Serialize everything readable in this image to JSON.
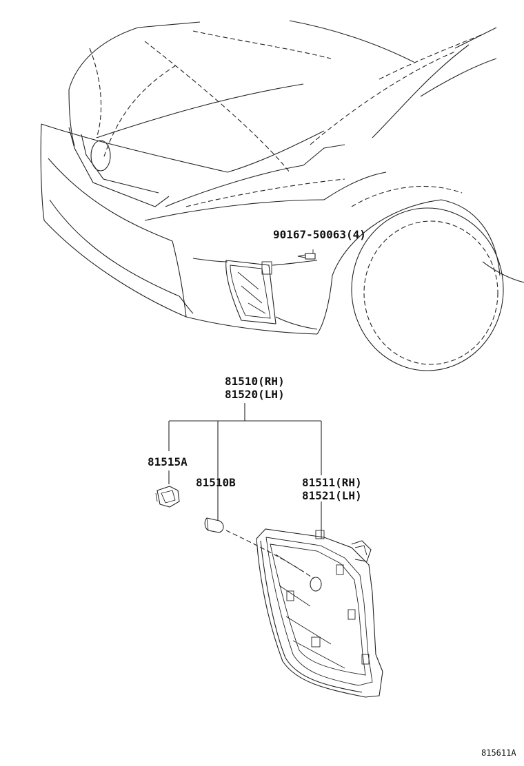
{
  "callouts": {
    "bolt": "90167-50063(4)",
    "assembly_rh": "81510(RH)",
    "assembly_lh": "81520(LH)",
    "socket": "81515A",
    "bulb": "81510B",
    "lens_rh": "81511(RH)",
    "lens_lh": "81521(LH)"
  },
  "figure_code": "815611A"
}
